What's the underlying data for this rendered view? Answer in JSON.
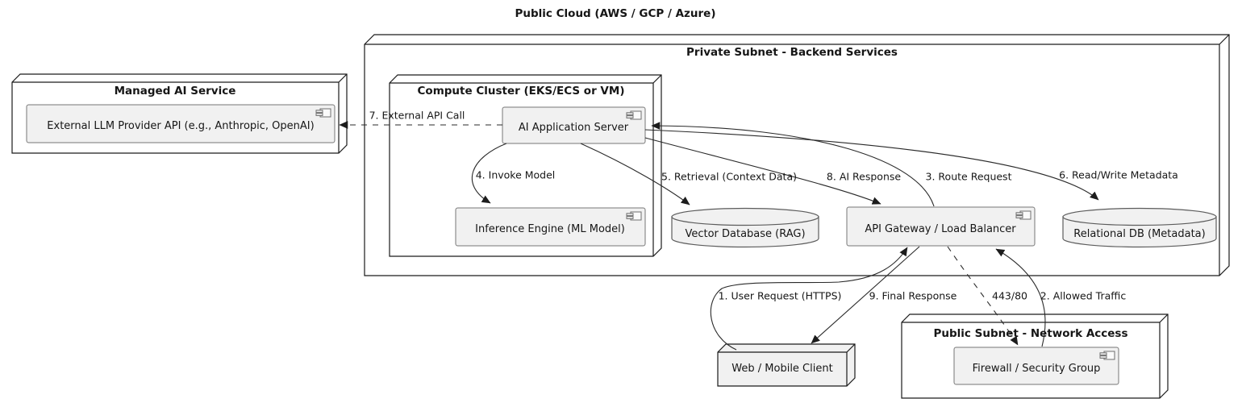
{
  "diagram": {
    "title": "Public Cloud (AWS / GCP / Azure)"
  },
  "nodes": {
    "managed_ai": {
      "title": "Managed AI Service"
    },
    "private_subnet": {
      "title": "Private Subnet - Backend Services"
    },
    "compute_cluster": {
      "title": "Compute Cluster (EKS/ECS or VM)"
    },
    "public_subnet": {
      "title": "Public Subnet - Network Access"
    },
    "web_client": {
      "label": "Web / Mobile Client"
    }
  },
  "components": {
    "external_llm": {
      "label": "External LLM Provider API (e.g., Anthropic, OpenAI)"
    },
    "ai_app_server": {
      "label": "AI Application Server"
    },
    "inference_engine": {
      "label": "Inference Engine (ML Model)"
    },
    "api_gateway": {
      "label": "API Gateway / Load Balancer"
    },
    "firewall": {
      "label": "Firewall / Security Group"
    }
  },
  "databases": {
    "vector_db": {
      "label": "Vector Database (RAG)"
    },
    "relational_db": {
      "label": "Relational DB (Metadata)"
    }
  },
  "edges": {
    "user_request": {
      "label": "1. User Request (HTTPS)"
    },
    "allowed_traffic": {
      "label": "2. Allowed Traffic"
    },
    "route_request": {
      "label": "3. Route Request"
    },
    "invoke_model": {
      "label": "4. Invoke Model"
    },
    "retrieval": {
      "label": "5. Retrieval (Context Data)"
    },
    "read_write_metadata": {
      "label": "6. Read/Write Metadata"
    },
    "external_api_call": {
      "label": "7. External API Call"
    },
    "ai_response": {
      "label": "8. AI Response"
    },
    "final_response": {
      "label": "9. Final Response"
    },
    "port": {
      "label": "443/80"
    }
  },
  "colors": {
    "background": "#ffffff",
    "node_border": "#1a1a1a",
    "node_fill": "#ffffff",
    "component_fill": "#f1f1f1",
    "component_border": "#767676",
    "cylinder_border": "#5c5c5c",
    "arrow": "#2a2a2a",
    "text": "#161616"
  }
}
